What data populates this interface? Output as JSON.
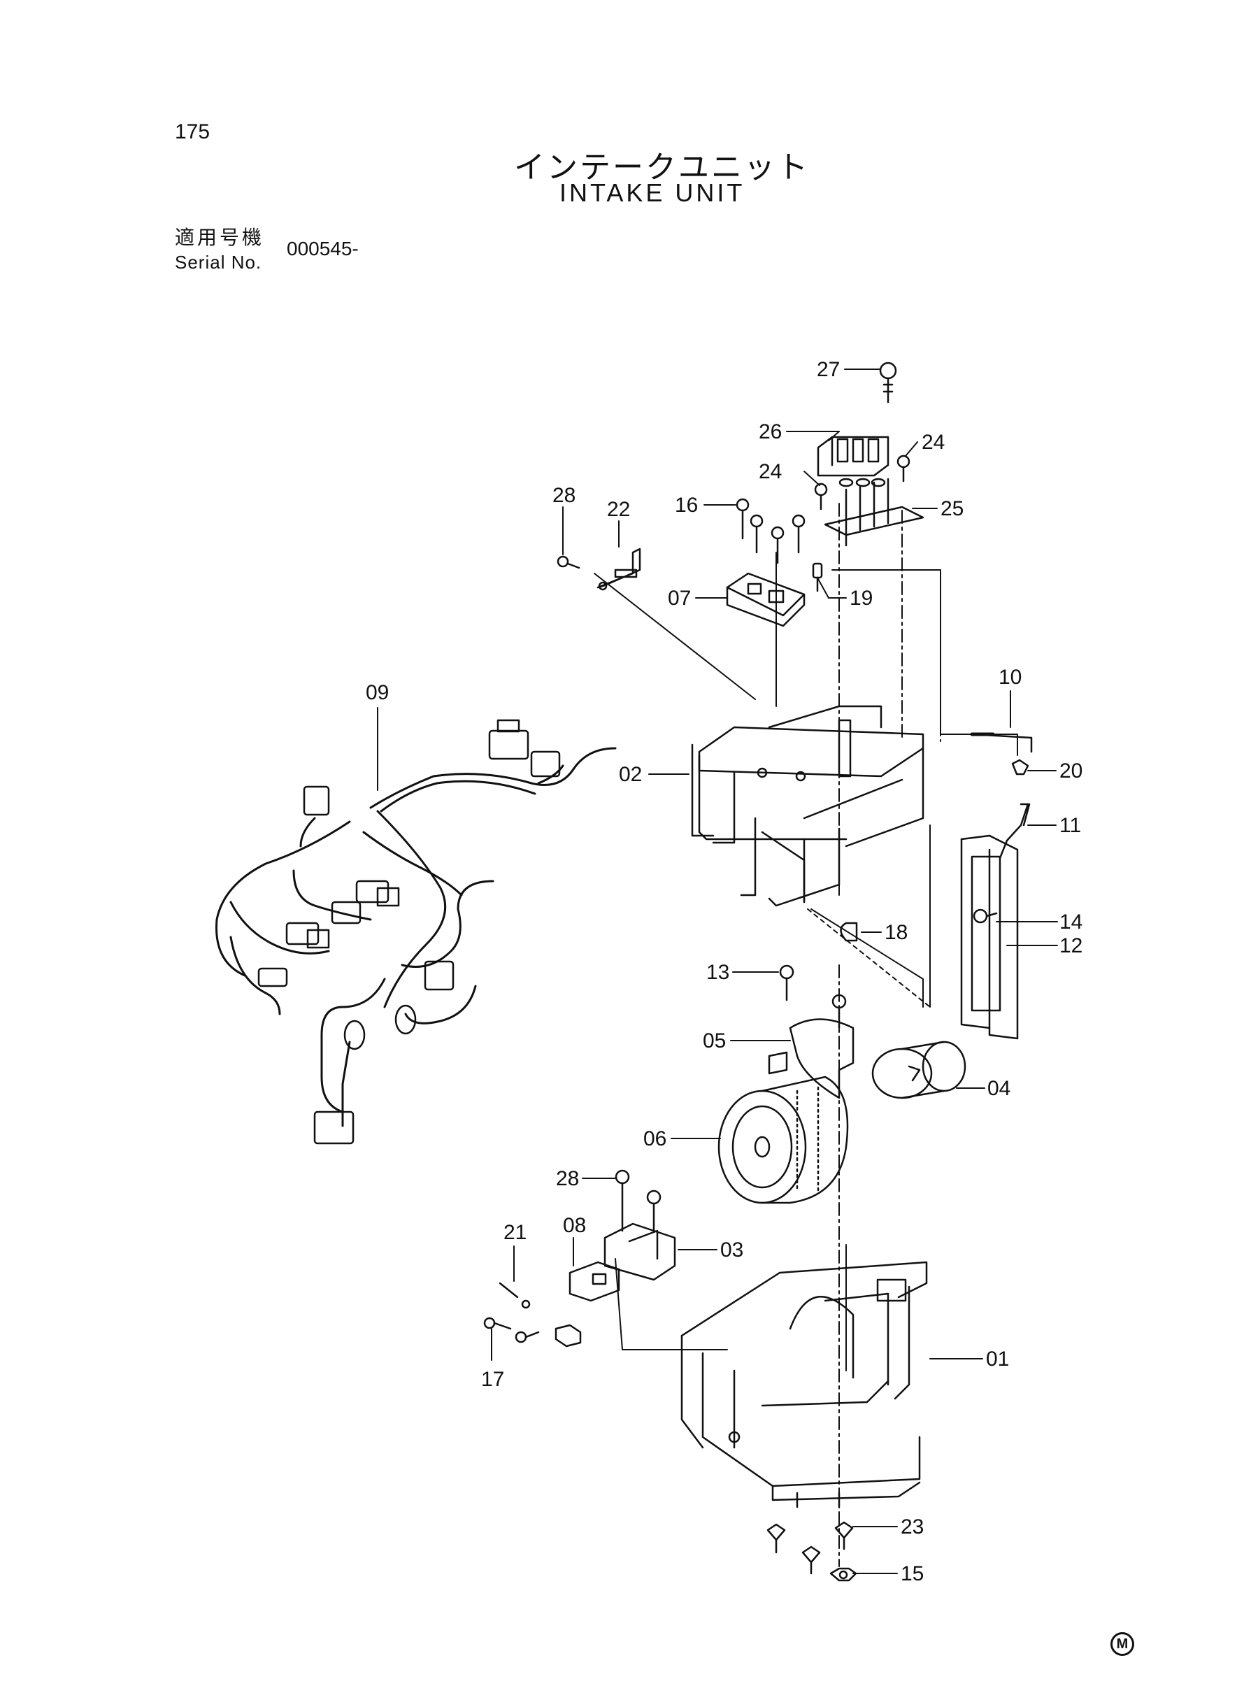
{
  "page_number": "175",
  "title_jp": "インテークユニット",
  "title_en": "INTAKE UNIT",
  "serial_label_jp": "適用号機",
  "serial_label_en": "Serial No.",
  "serial_value": "000545-",
  "callouts": {
    "c27": "27",
    "c26": "26",
    "c24a": "24",
    "c24b": "24",
    "c25": "25",
    "c28a": "28",
    "c22": "22",
    "c16": "16",
    "c07": "07",
    "c19": "19",
    "c09": "09",
    "c10": "10",
    "c02": "02",
    "c20": "20",
    "c11": "11",
    "c14": "14",
    "c12": "12",
    "c18": "18",
    "c13": "13",
    "c05": "05",
    "c04": "04",
    "c06": "06",
    "c28b": "28",
    "c21": "21",
    "c08": "08",
    "c03": "03",
    "c01": "01",
    "c17": "17",
    "c23": "23",
    "c15": "15"
  },
  "corner_mark": "M"
}
